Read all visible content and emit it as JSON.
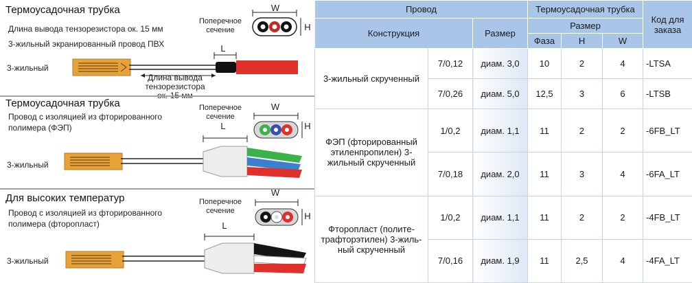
{
  "sections": [
    {
      "title": "Термоусадочная трубка",
      "desc1": "Длина вывода тензорезистора ок. 15 мм",
      "desc2": "3-жильный экранированный провод ПВХ",
      "wire_label": "3-жильный",
      "cross_section": [
        "Поперечное",
        "сечение"
      ],
      "dim_w": "W",
      "dim_h": "H",
      "dim_l": "L",
      "lead_length": [
        "Длина вывода",
        "тензорезистора",
        "ок. 15 мм"
      ]
    },
    {
      "title": "Термоусадочная трубка",
      "desc1": "Провод с изоляцией из фторированного",
      "desc2": "полимера (ФЭП)",
      "wire_label": "3-жильный",
      "cross_section": [
        "Поперечное",
        "сечение"
      ],
      "dim_w": "W",
      "dim_h": "H",
      "dim_l": "L"
    },
    {
      "title": "Для высоких температур",
      "desc1": "Провод с изоляцией из фторированного",
      "desc2": "полимера (фторопласт)",
      "wire_label": "3-жильный",
      "cross_section": [
        "Поперечное",
        "сечение"
      ],
      "dim_w": "W",
      "dim_h": "H",
      "dim_l": "L"
    }
  ],
  "table": {
    "headers": {
      "wire": "Провод",
      "tube": "Термоусадочная трубка",
      "code": "Код для заказа",
      "construction": "Конструкция",
      "size": "Размер",
      "tube_size": "Размер",
      "phase": "Фаза",
      "h": "H",
      "w": "W"
    },
    "groups": [
      {
        "construction": "3-жильный скрученный",
        "rows": [
          {
            "wire": "7/0,12",
            "size": "диам. 3,0",
            "phase": "10",
            "h": "2",
            "w": "4",
            "code": "-LTSA"
          },
          {
            "wire": "7/0,26",
            "size": "диам. 5,0",
            "phase": "12,5",
            "h": "3",
            "w": "6",
            "code": "-LTSB"
          }
        ]
      },
      {
        "construction": "ФЭП (фторированный этиленпропилен) 3-жильный скрученный",
        "rows": [
          {
            "wire": "1/0,2",
            "size": "диам. 1,1",
            "phase": "11",
            "h": "2",
            "w": "2",
            "code": "-6FB_LT"
          },
          {
            "wire": "7/0,18",
            "size": "диам. 2,0",
            "phase": "11",
            "h": "3",
            "w": "4",
            "code": "-6FA_LT"
          }
        ]
      },
      {
        "construction": "Фторопласт (полите-трафторэтилен) 3-жиль-ный скрученный",
        "rows": [
          {
            "wire": "1/0,2",
            "size": "диам. 1,1",
            "phase": "11",
            "h": "2",
            "w": "2",
            "code": "-4FB_LT"
          },
          {
            "wire": "7/0,16",
            "size": "диам. 1,9",
            "phase": "11",
            "h": "2,5",
            "w": "4",
            "code": "-4FA_LT"
          }
        ]
      }
    ]
  },
  "colors": {
    "header_bg": "#a9c5e8",
    "gauge_orange": "#e8a23a",
    "wire_red": "#e0302a",
    "wire_green": "#3bb34a",
    "wire_blue": "#3a7fd0",
    "wire_black": "#151515"
  }
}
